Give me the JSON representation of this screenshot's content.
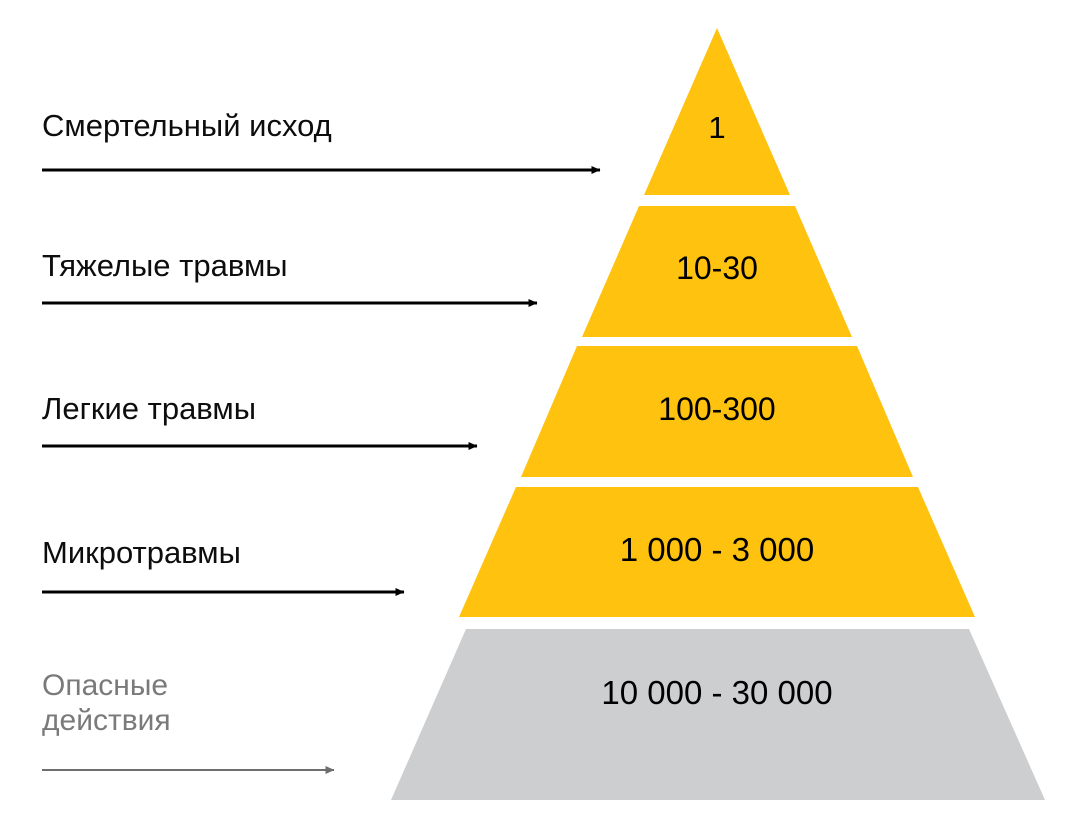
{
  "diagram": {
    "type": "safety-incident-pyramid",
    "background_color": "#FFFFFF",
    "tier_fill_yellow": "#FFC20E",
    "tier_fill_gray": "#CDCED0",
    "label_color_dark": "#0D0D0D",
    "label_color_gray": "#7A7A7A",
    "arrow_color_dark": "#000000",
    "arrow_color_gray": "#6E6E6E"
  },
  "levels": [
    {
      "label": "Смертельный исход",
      "value": "1",
      "color": "#FFC20E",
      "label_tone": "dark",
      "arrow_tone": "dark"
    },
    {
      "label": "Тяжелые травмы",
      "value": "10-30",
      "color": "#FFC20E",
      "label_tone": "dark",
      "arrow_tone": "dark"
    },
    {
      "label": "Легкие травмы",
      "value": "100-300",
      "color": "#FFC20E",
      "label_tone": "dark",
      "arrow_tone": "dark"
    },
    {
      "label": "Микротравмы",
      "value": "1 000 - 3 000",
      "color": "#FFC20E",
      "label_tone": "dark",
      "arrow_tone": "dark"
    },
    {
      "label": "Опасные\nдействия",
      "value": "10 000 - 30 000",
      "color": "#CDCED0",
      "label_tone": "gray",
      "arrow_tone": "gray"
    }
  ],
  "chart_data": {
    "type": "bar",
    "title": "",
    "xlabel": "",
    "ylabel": "",
    "categories": [
      "Смертельный исход",
      "Тяжелые травмы",
      "Легкие травмы",
      "Микротравмы",
      "Опасные действия"
    ],
    "value_labels": [
      "1",
      "10-30",
      "100-300",
      "1 000 - 3 000",
      "10 000 - 30 000"
    ],
    "values_low": [
      1,
      10,
      100,
      1000,
      10000
    ],
    "values_high": [
      1,
      30,
      300,
      3000,
      30000
    ],
    "legend": [],
    "grid": false
  }
}
